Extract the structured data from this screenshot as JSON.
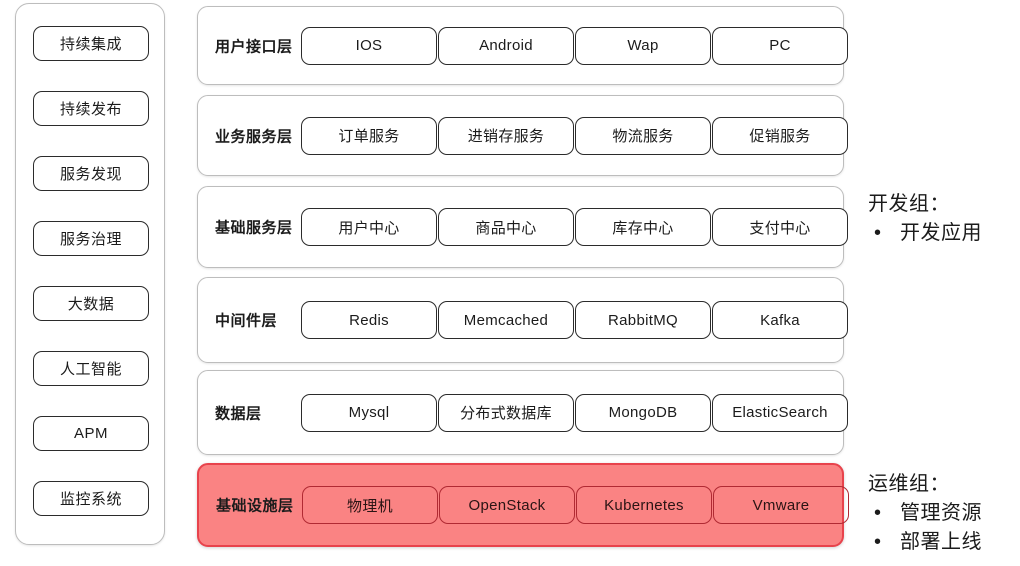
{
  "sidebar": {
    "items": [
      {
        "label": "持续集成"
      },
      {
        "label": "持续发布"
      },
      {
        "label": "服务发现"
      },
      {
        "label": "服务治理"
      },
      {
        "label": "大数据"
      },
      {
        "label": "人工智能"
      },
      {
        "label": "APM"
      },
      {
        "label": "监控系统"
      }
    ]
  },
  "layers": [
    {
      "label": "用户接口层",
      "highlight": false,
      "items": [
        "IOS",
        "Android",
        "Wap",
        "PC"
      ]
    },
    {
      "label": "业务服务层",
      "highlight": false,
      "items": [
        "订单服务",
        "进销存服务",
        "物流服务",
        "促销服务"
      ]
    },
    {
      "label": "基础服务层",
      "highlight": false,
      "items": [
        "用户中心",
        "商品中心",
        "库存中心",
        "支付中心"
      ]
    },
    {
      "label": "中间件层",
      "highlight": false,
      "items": [
        "Redis",
        "Memcached",
        "RabbitMQ",
        "Kafka"
      ]
    },
    {
      "label": "数据层",
      "highlight": false,
      "items": [
        "Mysql",
        "分布式数据库",
        "MongoDB",
        "ElasticSearch"
      ]
    },
    {
      "label": "基础设施层",
      "highlight": true,
      "items": [
        "物理机",
        "OpenStack",
        "Kubernetes",
        "Vmware"
      ]
    }
  ],
  "annotations": [
    {
      "title": "开发组：",
      "bullets": [
        "开发应用"
      ]
    },
    {
      "title": "运维组：",
      "bullets": [
        "管理资源",
        "部署上线"
      ]
    }
  ],
  "colors": {
    "highlight_fill": "#fa8383",
    "highlight_border": "#e8434c",
    "highlight_chip_border": "#b02a33",
    "container_border": "#bdbdbd",
    "chip_border": "#2b2b2b",
    "text": "#1b1b1b",
    "background": "#ffffff"
  },
  "bullet_glyph": "•"
}
